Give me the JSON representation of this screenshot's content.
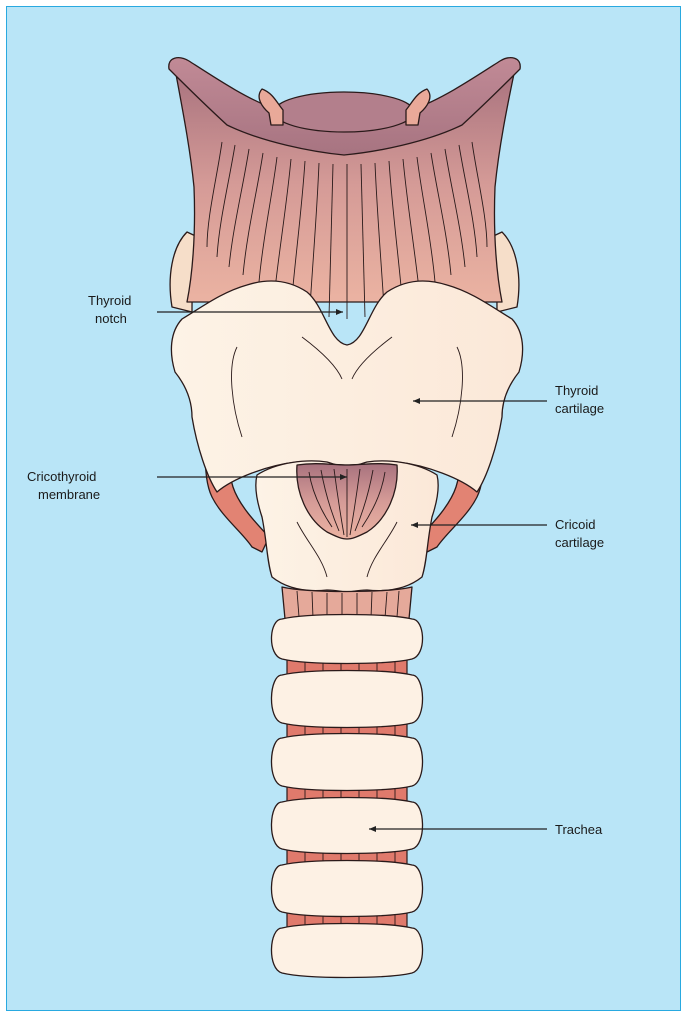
{
  "labels": {
    "thyroid_notch": [
      "Thyroid",
      "notch"
    ],
    "thyroid_cartilage": [
      "Thyroid",
      "cartilage"
    ],
    "cricothyroid_membrane": [
      "Cricothyroid",
      "membrane"
    ],
    "cricoid_cartilage": [
      "Cricoid",
      "cartilage"
    ],
    "trachea": [
      "Trachea"
    ]
  },
  "colors": {
    "background": "#b9e5f7",
    "frame_border": "#29a9e0",
    "cartilage": "#fdf0e2",
    "membrane": "#c88a92",
    "muscle": "#e88c7e",
    "ligament": "#e5a99a"
  }
}
